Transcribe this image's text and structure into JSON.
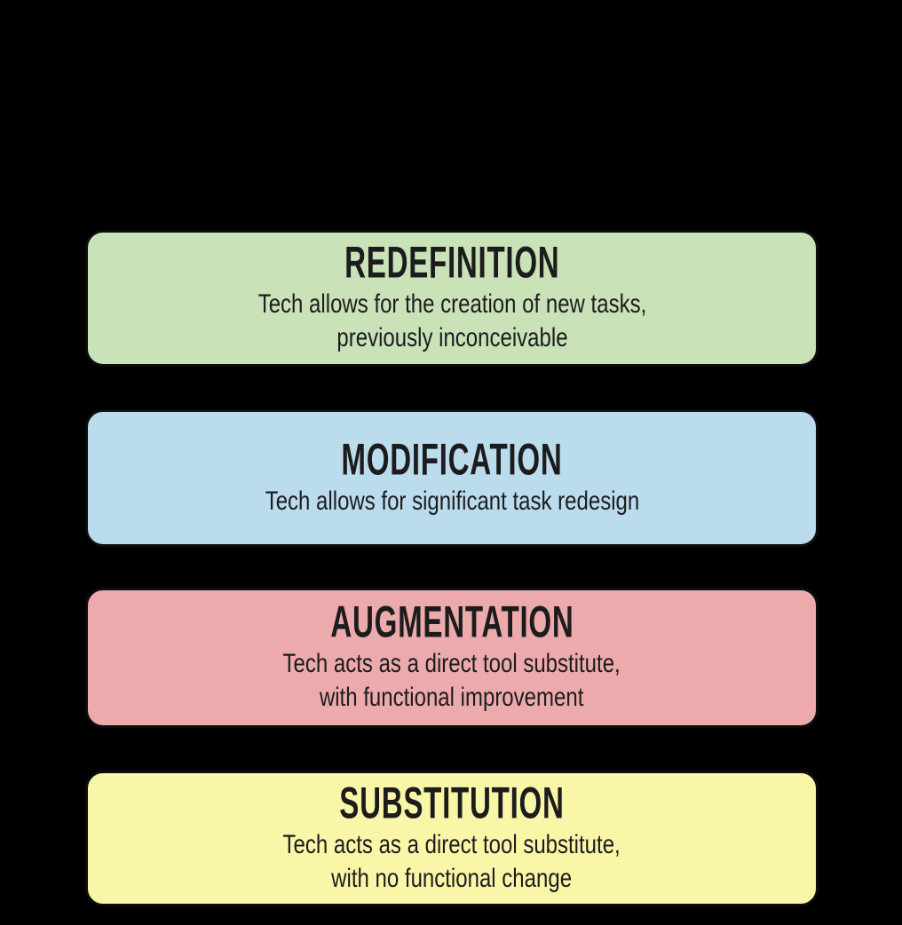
{
  "diagram": {
    "background_color": "#000000",
    "text_color": "#1c1c1c",
    "levels": [
      {
        "id": "redefinition",
        "title": "REDEFINITION",
        "description": "Tech allows for the creation of new tasks,\npreviously inconceivable",
        "color": "#c9e2b8"
      },
      {
        "id": "modification",
        "title": "MODIFICATION",
        "description": "Tech allows for significant task redesign",
        "color": "#bbdcec"
      },
      {
        "id": "augmentation",
        "title": "AUGMENTATION",
        "description": "Tech acts as a direct tool substitute,\nwith functional improvement",
        "color": "#ecaaad"
      },
      {
        "id": "substitution",
        "title": "SUBSTITUTION",
        "description": "Tech acts as a direct tool substitute,\nwith no functional change",
        "color": "#faf6a8"
      }
    ]
  }
}
